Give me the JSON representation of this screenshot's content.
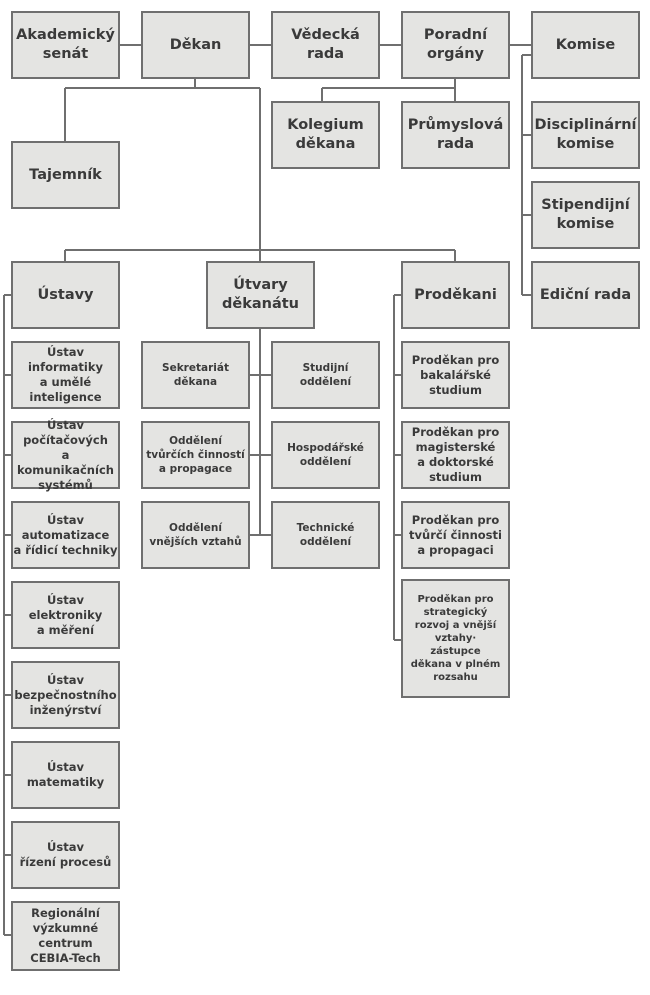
{
  "colors": {
    "box_fill": "#e4e4e2",
    "box_border": "#6f6f6f",
    "connector": "#6f6f6f",
    "text": "#3a3a3a"
  },
  "top": {
    "senat": "Akademický\nsenát",
    "dekan": "Děkan",
    "vedecka_rada": "Vědecká\nrada",
    "poradni_organy": "Poradní\norgány",
    "komise": "Komise"
  },
  "poradni": {
    "kolegium": "Kolegium\nděkana",
    "prumyslova_rada": "Průmyslová\nrada"
  },
  "komise_list": {
    "disciplinarni": "Disciplinární\nkomise",
    "stipendijni": "Stipendijní\nkomise",
    "edicni": "Ediční rada"
  },
  "tajemnik": "Tajemník",
  "ustavy": {
    "title": "Ústavy",
    "items": [
      "Ústav\ninformatiky\na umělé\ninteligence",
      "Ústav\npočítačových\na komunikačních\nsystémů",
      "Ústav\nautomatizace\na řídicí techniky",
      "Ústav\nelektroniky\na měření",
      "Ústav\nbezpečnostního\ninženýrství",
      "Ústav\nmatematiky",
      "Ústav\nřízení procesů",
      "Regionální\nvýzkumné\ncentrum\nCEBIA-Tech"
    ]
  },
  "utvary": {
    "title": "Útvary\nděkanátu",
    "left": [
      "Sekretariát\nděkana",
      "Oddělení\ntvůrčích činností\na propagace",
      "Oddělení\nvnějších vztahů"
    ],
    "right": [
      "Studijní\noddělení",
      "Hospodářské\noddělení",
      "Technické\noddělení"
    ]
  },
  "prodekani": {
    "title": "Proděkani",
    "items": [
      "Proděkan pro\nbakalářské\nstudium",
      "Proděkan pro\nmagisterské\na doktorské\nstudium",
      "Proděkan pro\ntvůrčí činnosti\na propagaci",
      "Proděkan pro\nstrategický\nrozvoj a vnější\nvztahy·\nzástupce\nděkana v plném\nrozsahu"
    ]
  }
}
